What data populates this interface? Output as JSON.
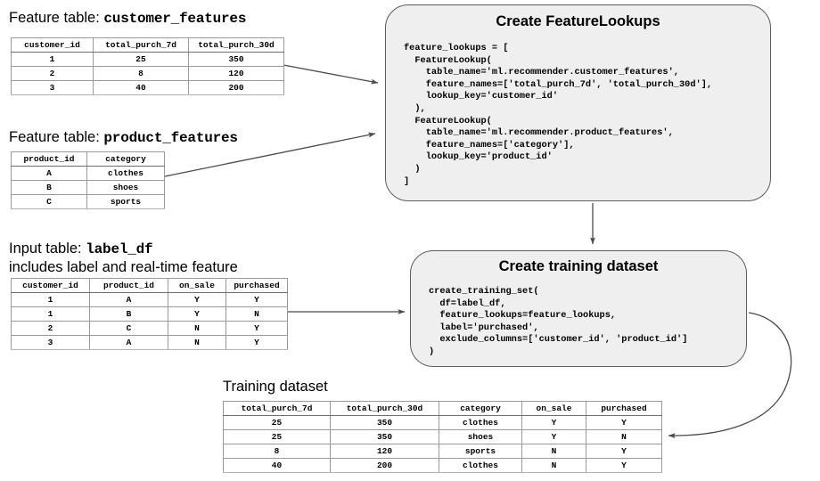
{
  "diagram": {
    "title": "Databricks Feature Store training set creation flow",
    "background": "#ffffff",
    "box_fill": "#efefef",
    "box_stroke": "#5d5d5d",
    "table_border": "#9a9a9a",
    "arrow_color": "#4a4a4a"
  },
  "customer_features": {
    "caption_prefix": "Feature table: ",
    "caption_name": "customer_features",
    "columns": [
      "customer_id",
      "total_purch_7d",
      "total_purch_30d"
    ],
    "rows": [
      [
        "1",
        "25",
        "350"
      ],
      [
        "2",
        "8",
        "120"
      ],
      [
        "3",
        "40",
        "200"
      ]
    ]
  },
  "product_features": {
    "caption_prefix": "Feature table: ",
    "caption_name": "product_features",
    "columns": [
      "product_id",
      "category"
    ],
    "rows": [
      [
        "A",
        "clothes"
      ],
      [
        "B",
        "shoes"
      ],
      [
        "C",
        "sports"
      ]
    ]
  },
  "label_df": {
    "caption_prefix": "Input table: ",
    "caption_name": "label_df",
    "caption_line2": "includes label and real-time feature",
    "columns": [
      "customer_id",
      "product_id",
      "on_sale",
      "purchased"
    ],
    "rows": [
      [
        "1",
        "A",
        "Y",
        "Y"
      ],
      [
        "1",
        "B",
        "Y",
        "N"
      ],
      [
        "2",
        "C",
        "N",
        "Y"
      ],
      [
        "3",
        "A",
        "N",
        "Y"
      ]
    ]
  },
  "training_dataset": {
    "caption": "Training dataset",
    "columns": [
      "total_purch_7d",
      "total_purch_30d",
      "category",
      "on_sale",
      "purchased"
    ],
    "rows": [
      [
        "25",
        "350",
        "clothes",
        "Y",
        "Y"
      ],
      [
        "25",
        "350",
        "shoes",
        "Y",
        "N"
      ],
      [
        "8",
        "120",
        "sports",
        "N",
        "Y"
      ],
      [
        "40",
        "200",
        "clothes",
        "N",
        "Y"
      ]
    ]
  },
  "feature_lookups_box": {
    "title": "Create FeatureLookups",
    "code": "feature_lookups = [\n  FeatureLookup(\n    table_name='ml.recommender.customer_features',\n    feature_names=['total_purch_7d', 'total_purch_30d'],\n    lookup_key='customer_id'\n  ),\n  FeatureLookup(\n    table_name='ml.recommender.product_features',\n    feature_names=['category'],\n    lookup_key='product_id'\n  )\n]"
  },
  "training_set_box": {
    "title": "Create training dataset",
    "code": "create_training_set(\n  df=label_df,\n  feature_lookups=feature_lookups,\n  label='purchased',\n  exclude_columns=['customer_id', 'product_id']\n)"
  },
  "arrows": [
    {
      "name": "customer-features-to-lookups",
      "from": "customer_features table",
      "to": "Create FeatureLookups box"
    },
    {
      "name": "product-features-to-lookups",
      "from": "product_features table",
      "to": "Create FeatureLookups box"
    },
    {
      "name": "lookups-to-training-set",
      "from": "Create FeatureLookups box",
      "to": "Create training dataset box"
    },
    {
      "name": "label-df-to-training-set",
      "from": "label_df table",
      "to": "Create training dataset box"
    },
    {
      "name": "training-set-to-output",
      "from": "Create training dataset box",
      "to": "Training dataset table"
    }
  ]
}
